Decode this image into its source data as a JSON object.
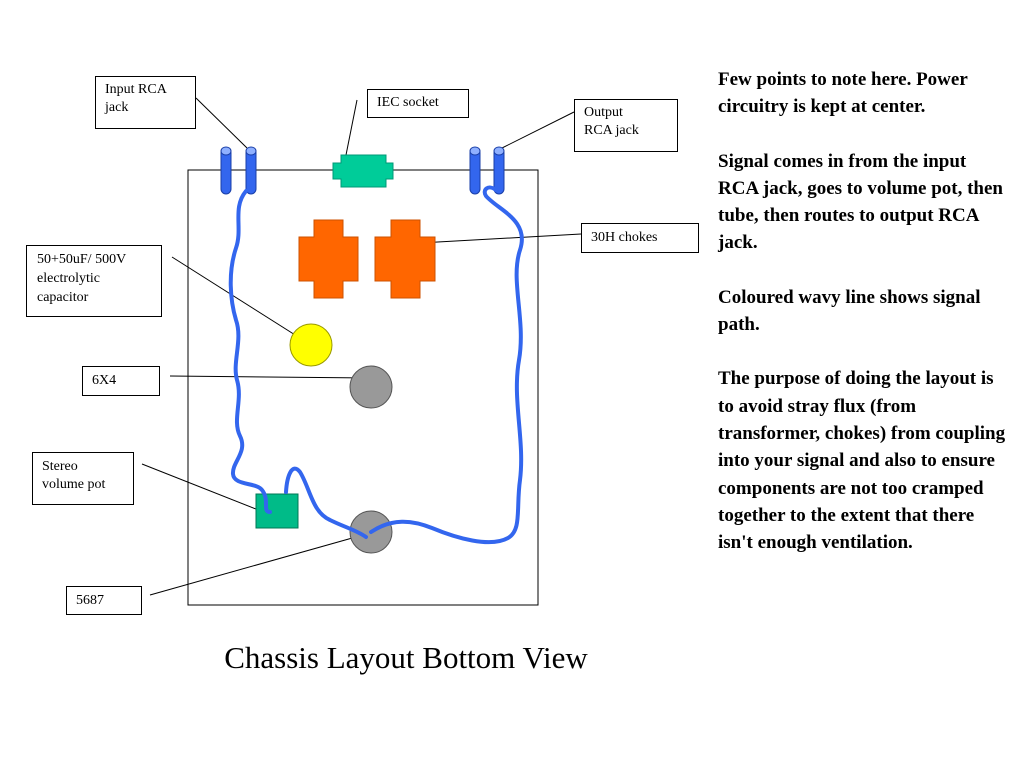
{
  "labels": {
    "input_rca": "Input RCA\njack",
    "iec_socket": "IEC socket",
    "output_rca": "Output\nRCA jack",
    "chokes": "30H chokes",
    "capacitor": "50+50uF/ 500V\nelectrolytic\ncapacitor",
    "rectifier": "6X4",
    "volume_pot": "Stereo\nvolume pot",
    "tube": "5687"
  },
  "title": "Chassis Layout Bottom View",
  "notes": [
    "Few points to note here. Power circuitry is kept at center.",
    "Signal comes in from the input RCA jack, goes to volume pot, then tube, then routes to output RCA jack.",
    "Coloured wavy line shows signal path.",
    "The purpose of doing the layout is to avoid stray flux (from transformer, chokes) from coupling into your signal and also to ensure components are not too cramped together to the extent that there isn't enough ventilation."
  ],
  "colors": {
    "signal_path": "#3366ee",
    "iec_socket": "#00cc99",
    "chokes": "#ff6600",
    "capacitor": "#ffff00",
    "tubes": "#999999",
    "volume_pot": "#00bb88"
  }
}
